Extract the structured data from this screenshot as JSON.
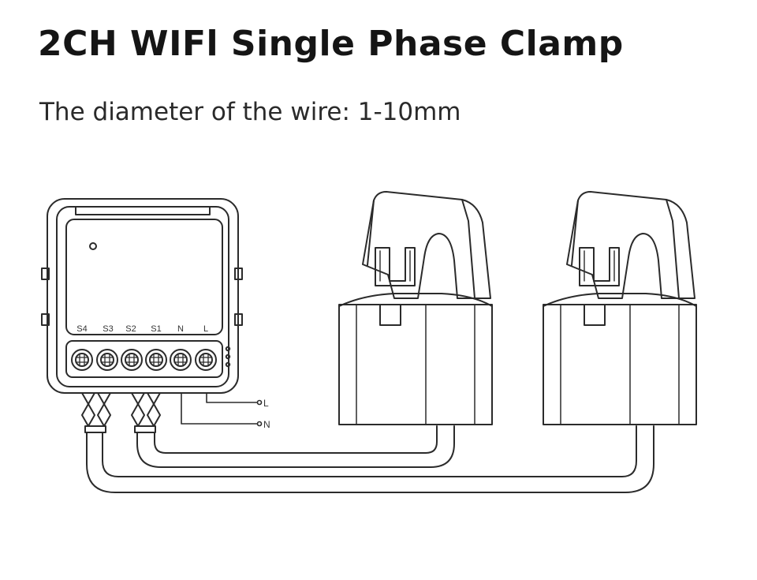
{
  "title": "2CH WIFl Single Phase Clamp",
  "subtitle": "The diameter of the wire: 1-10mm",
  "device": {
    "terminals": [
      "S4",
      "S3",
      "S2",
      "S1",
      "N",
      "L"
    ]
  },
  "wires": {
    "line": "L",
    "neutral": "N"
  },
  "colors": {
    "stroke": "#2b2b2b",
    "background": "#ffffff"
  }
}
